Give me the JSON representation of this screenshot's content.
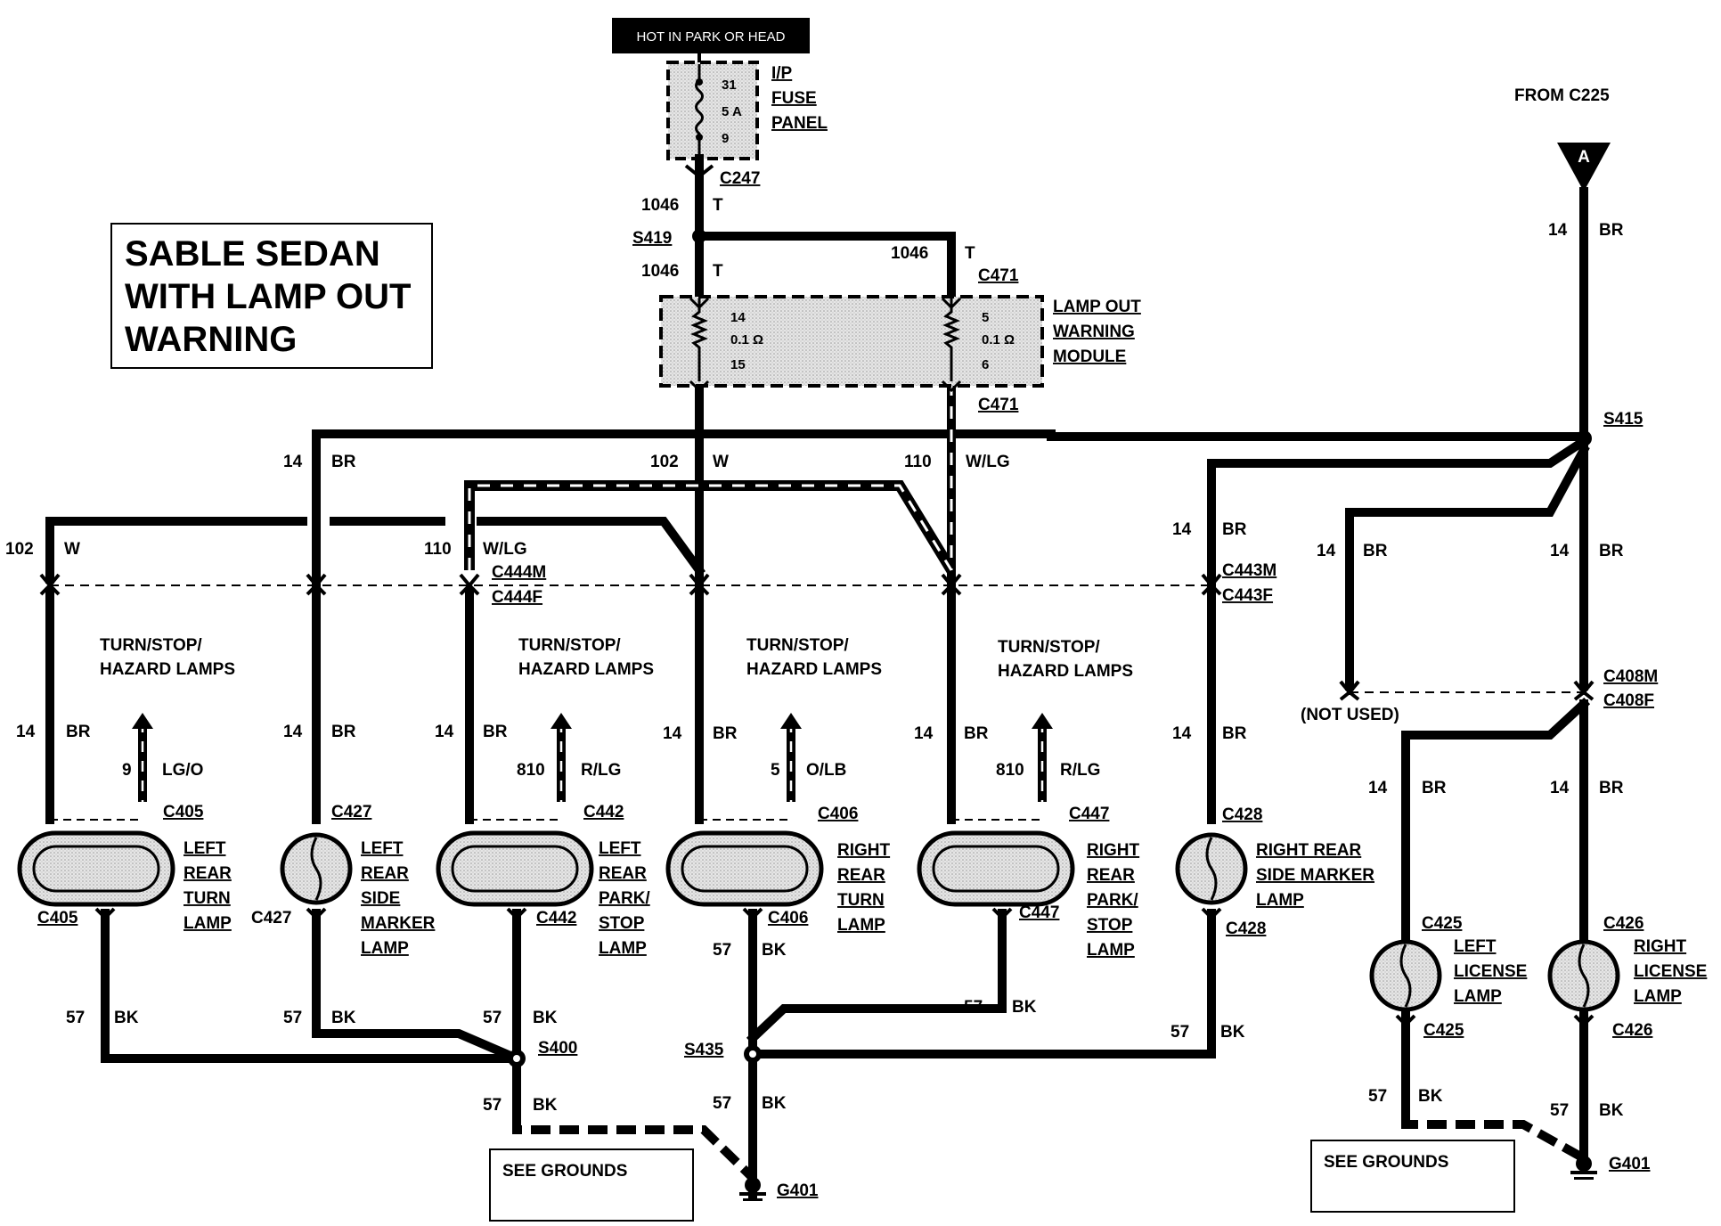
{
  "title": {
    "lines": [
      "SABLE SEDAN",
      "WITH LAMP OUT",
      "WARNING"
    ]
  },
  "power": {
    "hot_label": "HOT IN PARK OR HEAD",
    "fuse_values": [
      "31",
      "5 A",
      "9"
    ],
    "fuse_panel": [
      "I/P",
      "FUSE",
      "PANEL"
    ],
    "from_label": "FROM C225",
    "connector_a": "A"
  },
  "module": {
    "name": [
      "LAMP OUT",
      "WARNING",
      "MODULE"
    ],
    "left_pins": [
      "14",
      "0.1 Ω",
      "15"
    ],
    "right_pins": [
      "5",
      "0.1 Ω",
      "6"
    ]
  },
  "connectors": {
    "c247": "C247",
    "s419": "S419",
    "c471_top": "C471",
    "c471_bottom": "C471",
    "s415": "S415",
    "c444m": "C444M",
    "c444f": "C444F",
    "c443m": "C443M",
    "c443f": "C443F",
    "c408m": "C408M",
    "c408f": "C408F",
    "not_used": "(NOT USED)",
    "c405": "C405",
    "c427": "C427",
    "c442": "C442",
    "c406": "C406",
    "c447": "C447",
    "c428": "C428",
    "c425": "C425",
    "c426": "C426",
    "s400": "S400",
    "s435": "S435",
    "g401": "G401"
  },
  "wires": {
    "w1046": "1046",
    "t": "T",
    "c102": "102",
    "w": "W",
    "c110": "110",
    "wlg": "W/LG",
    "c14": "14",
    "br": "BR",
    "c57": "57",
    "bk": "BK",
    "c9": "9",
    "lgo": "LG/O",
    "c810": "810",
    "rlg": "R/LG",
    "c5": "5",
    "olb": "O/LB"
  },
  "groups": {
    "turn_stop": [
      "TURN/STOP/",
      "HAZARD LAMPS"
    ]
  },
  "lamps": {
    "left_rear_turn": [
      "LEFT",
      "REAR",
      "TURN",
      "LAMP"
    ],
    "left_rear_side": [
      "LEFT",
      "REAR",
      "SIDE",
      "MARKER",
      "LAMP"
    ],
    "left_rear_park": [
      "LEFT",
      "REAR",
      "PARK/",
      "STOP",
      "LAMP"
    ],
    "right_rear_turn": [
      "RIGHT",
      "REAR",
      "TURN",
      "LAMP"
    ],
    "right_rear_park": [
      "RIGHT",
      "REAR",
      "PARK/",
      "STOP",
      "LAMP"
    ],
    "right_rear_side": [
      "RIGHT REAR",
      "SIDE MARKER",
      "LAMP"
    ],
    "left_license": [
      "LEFT",
      "LICENSE",
      "LAMP"
    ],
    "right_license": [
      "RIGHT",
      "LICENSE",
      "LAMP"
    ]
  },
  "grounds": {
    "see_grounds": "SEE GROUNDS"
  }
}
